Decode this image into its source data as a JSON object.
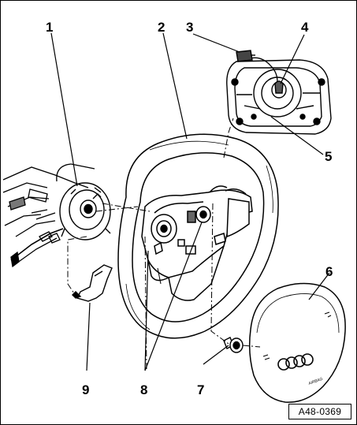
{
  "figure": {
    "reference_code": "A48-0369",
    "callouts": [
      {
        "id": "c1",
        "label": "1"
      },
      {
        "id": "c2",
        "label": "2"
      },
      {
        "id": "c3",
        "label": "3"
      },
      {
        "id": "c4",
        "label": "4"
      },
      {
        "id": "c5",
        "label": "5"
      },
      {
        "id": "c6",
        "label": "6"
      },
      {
        "id": "c7",
        "label": "7"
      },
      {
        "id": "c8",
        "label": "8"
      },
      {
        "id": "c9",
        "label": "9"
      }
    ],
    "airbag_emblem_text": "AIRBAG"
  }
}
